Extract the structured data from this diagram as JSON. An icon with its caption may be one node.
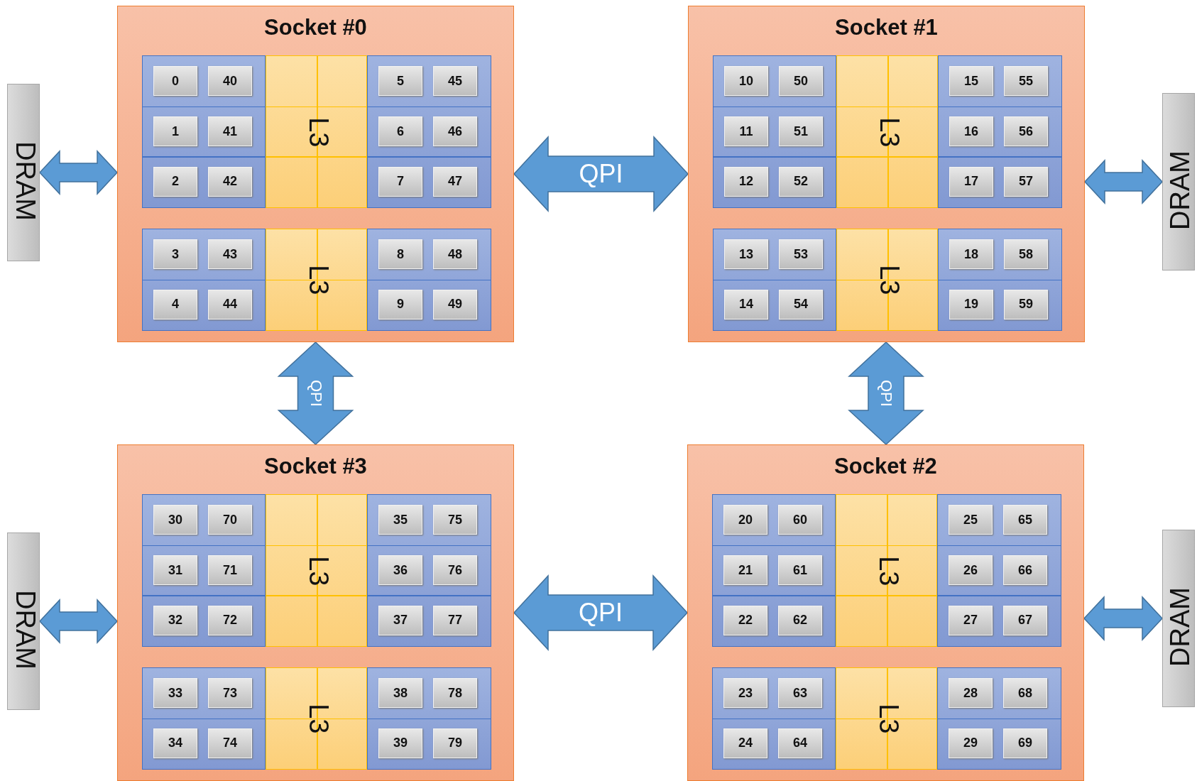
{
  "diagram": {
    "nodes": [
      {
        "text": [
          "DRAM"
        ]
      },
      {
        "text": [
          "Socket #0"
        ]
      },
      {
        "text": [],
        "shape": "box",
        "in": 1
      },
      {
        "text": [
          "0"
        ],
        "in": 2
      },
      {
        "text": [
          "40"
        ],
        "in": 2
      },
      {
        "text": [
          "1"
        ],
        "in": 2
      },
      {
        "text": [
          "41"
        ],
        "in": 2
      },
      {
        "text": [
          "2"
        ],
        "in": 2
      },
      {
        "text": [
          "42"
        ],
        "in": 2
      },
      {
        "text": [
          "L3"
        ],
        "in": 1
      },
      {
        "text": [],
        "shape": "box",
        "in": 1
      },
      {
        "text": [
          "5"
        ],
        "in": 10
      },
      {
        "text": [
          "45"
        ],
        "in": 10
      },
      {
        "text": [
          "6"
        ],
        "in": 10
      },
      {
        "text": [
          "46"
        ],
        "in": 10
      },
      {
        "text": [
          "7"
        ],
        "in": 10
      },
      {
        "text": [
          "47"
        ],
        "in": 10
      },
      {
        "text": [],
        "shape": "box",
        "in": 1
      },
      {
        "text": [
          "3"
        ],
        "in": 17
      },
      {
        "text": [
          "43"
        ],
        "in": 17
      },
      {
        "text": [
          "4"
        ],
        "in": 17
      },
      {
        "text": [
          "44"
        ],
        "in": 17
      },
      {
        "text": [
          "L3"
        ],
        "in": 1
      },
      {
        "text": [],
        "shape": "box",
        "in": 1
      },
      {
        "text": [
          "8"
        ],
        "in": 23
      },
      {
        "text": [
          "48"
        ],
        "in": 23
      },
      {
        "text": [
          "9"
        ],
        "in": 23
      },
      {
        "text": [
          "49"
        ],
        "in": 23
      },
      {
        "text": [
          "Socket #1"
        ]
      },
      {
        "text": [],
        "shape": "box",
        "in": 28
      },
      {
        "text": [
          "10"
        ],
        "in": 29
      },
      {
        "text": [
          "50"
        ],
        "in": 29
      },
      {
        "text": [
          "11"
        ],
        "in": 29
      },
      {
        "text": [
          "51"
        ],
        "in": 29
      },
      {
        "text": [
          "12"
        ],
        "in": 29
      },
      {
        "text": [
          "52"
        ],
        "in": 29
      },
      {
        "text": [
          "L3"
        ],
        "in": 28
      },
      {
        "text": [],
        "shape": "box",
        "in": 28
      },
      {
        "text": [
          "15"
        ],
        "in": 37
      },
      {
        "text": [
          "55"
        ],
        "in": 37
      },
      {
        "text": [
          "16"
        ],
        "in": 37
      },
      {
        "text": [
          "56"
        ],
        "in": 37
      },
      {
        "text": [
          "17"
        ],
        "in": 37
      },
      {
        "text": [
          "57"
        ],
        "in": 37
      },
      {
        "text": [],
        "shape": "box",
        "in": 28
      },
      {
        "text": [
          "13"
        ],
        "in": 44
      },
      {
        "text": [
          "53"
        ],
        "in": 44
      },
      {
        "text": [
          "14"
        ],
        "in": 44
      },
      {
        "text": [
          "54"
        ],
        "in": 44
      },
      {
        "text": [
          "L3"
        ],
        "in": 28
      },
      {
        "text": [],
        "shape": "box",
        "in": 28
      },
      {
        "text": [
          "18"
        ],
        "in": 50
      },
      {
        "text": [
          "58"
        ],
        "in": 50
      },
      {
        "text": [
          "19"
        ],
        "in": 50
      },
      {
        "text": [
          "59"
        ],
        "in": 50
      },
      {
        "text": [
          "DRAM"
        ]
      },
      {
        "text": [
          "DRAM"
        ]
      },
      {
        "text": [
          "Socket #3"
        ]
      },
      {
        "text": [],
        "shape": "box",
        "in": 57
      },
      {
        "text": [
          "30"
        ],
        "in": 58
      },
      {
        "text": [
          "70"
        ],
        "in": 58
      },
      {
        "text": [
          "31"
        ],
        "in": 58
      },
      {
        "text": [
          "71"
        ],
        "in": 58
      },
      {
        "text": [
          "32"
        ],
        "in": 58
      },
      {
        "text": [
          "72"
        ],
        "in": 58
      },
      {
        "text": [
          "L3"
        ],
        "in": 57
      },
      {
        "text": [],
        "shape": "box",
        "in": 57
      },
      {
        "text": [
          "35"
        ],
        "in": 66
      },
      {
        "text": [
          "75"
        ],
        "in": 66
      },
      {
        "text": [
          "36"
        ],
        "in": 66
      },
      {
        "text": [
          "76"
        ],
        "in": 66
      },
      {
        "text": [
          "37"
        ],
        "in": 66
      },
      {
        "text": [
          "77"
        ],
        "in": 66
      },
      {
        "text": [],
        "shape": "box",
        "in": 57
      },
      {
        "text": [
          "33"
        ],
        "in": 73
      },
      {
        "text": [
          "73"
        ],
        "in": 73
      },
      {
        "text": [
          "34"
        ],
        "in": 73
      },
      {
        "text": [
          "74"
        ],
        "in": 73
      },
      {
        "text": [
          "L3"
        ],
        "in": 57
      },
      {
        "text": [],
        "shape": "box",
        "in": 57
      },
      {
        "text": [
          "38"
        ],
        "in": 79
      },
      {
        "text": [
          "78"
        ],
        "in": 79
      },
      {
        "text": [
          "39"
        ],
        "in": 79
      },
      {
        "text": [
          "79"
        ],
        "in": 79
      },
      {
        "text": [
          "Socket #2"
        ]
      },
      {
        "text": [],
        "shape": "box",
        "in": 84
      },
      {
        "text": [
          "20"
        ],
        "in": 85
      },
      {
        "text": [
          "60"
        ],
        "in": 85
      },
      {
        "text": [
          "21"
        ],
        "in": 85
      },
      {
        "text": [
          "61"
        ],
        "in": 85
      },
      {
        "text": [
          "22"
        ],
        "in": 85
      },
      {
        "text": [
          "62"
        ],
        "in": 85
      },
      {
        "text": [
          "L3"
        ],
        "in": 84
      },
      {
        "text": [],
        "shape": "box",
        "in": 84
      },
      {
        "text": [
          "25"
        ],
        "in": 93
      },
      {
        "text": [
          "65"
        ],
        "in": 93
      },
      {
        "text": [
          "26"
        ],
        "in": 93
      },
      {
        "text": [
          "66"
        ],
        "in": 93
      },
      {
        "text": [
          "27"
        ],
        "in": 93
      },
      {
        "text": [
          "67"
        ],
        "in": 93
      },
      {
        "text": [],
        "shape": "box",
        "in": 84
      },
      {
        "text": [
          "23"
        ],
        "in": 100
      },
      {
        "text": [
          "63"
        ],
        "in": 100
      },
      {
        "text": [
          "24"
        ],
        "in": 100
      },
      {
        "text": [
          "64"
        ],
        "in": 100
      },
      {
        "text": [
          "L3"
        ],
        "in": 84
      },
      {
        "text": [],
        "shape": "box",
        "in": 84
      },
      {
        "text": [
          "28"
        ],
        "in": 106
      },
      {
        "text": [
          "68"
        ],
        "in": 106
      },
      {
        "text": [
          "29"
        ],
        "in": 106
      },
      {
        "text": [
          "69"
        ],
        "in": 106
      },
      {
        "text": [
          "DRAM"
        ]
      }
    ],
    "edges": [
      {
        "from": 0,
        "to": 1,
        "arrow": "both"
      },
      {
        "from": 1,
        "to": 28,
        "arrow": "both",
        "label": "QPI"
      },
      {
        "from": 55,
        "to": 28,
        "arrow": "both"
      },
      {
        "from": 1,
        "to": 57,
        "arrow": "both",
        "label": "QPI"
      },
      {
        "from": 28,
        "to": 84,
        "arrow": "both",
        "label": "QPI"
      },
      {
        "from": 56,
        "to": 57,
        "arrow": "both"
      },
      {
        "from": 57,
        "to": 84,
        "arrow": "both",
        "label": "QPI"
      },
      {
        "from": 111,
        "to": 84,
        "arrow": "both"
      }
    ]
  }
}
